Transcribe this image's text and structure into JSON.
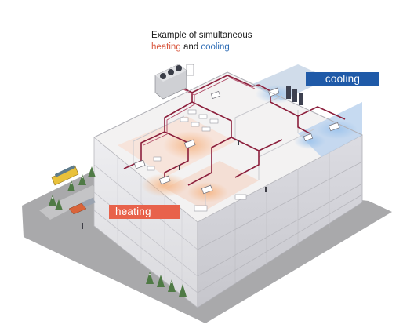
{
  "caption": {
    "line1": "Example of simultaneous",
    "heating_word": "heating",
    "and_word": "and",
    "cooling_word": "cooling"
  },
  "labels": {
    "heating": "heating",
    "cooling": "cooling"
  },
  "colors": {
    "heating": "#e8624b",
    "cooling": "#1f5aa8",
    "pipe": "#8c1f3c",
    "building": "#e9e9ec",
    "ground": "#a9a9ab"
  }
}
